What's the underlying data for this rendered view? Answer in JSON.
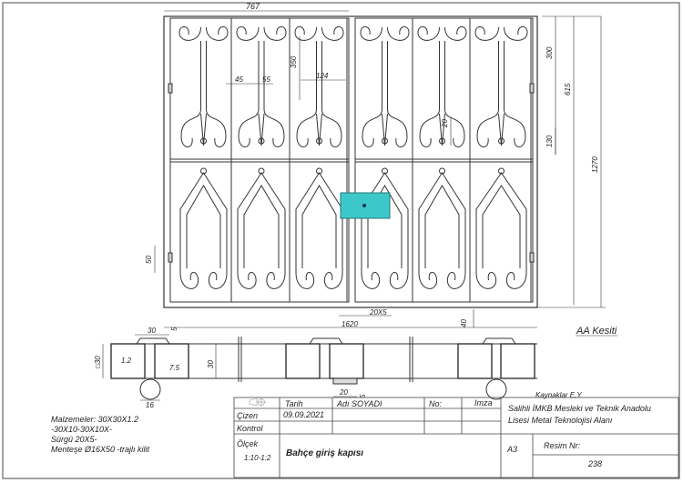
{
  "drawing": {
    "dimensions": {
      "width_top": "767",
      "d350": "350",
      "d45": "45",
      "d55": "55",
      "d124": "124",
      "d300": "300",
      "d615": "615",
      "d1270": "1270",
      "d20": "20",
      "d130": "130",
      "d50": "50",
      "d20x5": "20X5",
      "d1620": "1620",
      "d40": "40"
    },
    "section": {
      "title": "AA Kesiti",
      "d30_top": "30",
      "d5_top": "5",
      "d_sq30": "□30",
      "d1_2": "1.2",
      "d7_5": "7.5",
      "d30_mid": "30",
      "d16": "16",
      "d20": "20",
      "d5": "5",
      "welds": "Kaynaklar E,Y"
    },
    "lock_color": "#3cc8c8"
  },
  "materials": [
    "Malzemeler: 30X30X1.2",
    "-30X10-30X10X-",
    "Sürgü 20X5-",
    "Menteşe Ø16X50 -trajlı kilit"
  ],
  "title_block": {
    "tarih": "Tarih",
    "adi": "Adı SOYADI",
    "no": "No:",
    "imza": "Imza",
    "cizen": "Çizen",
    "date": "09.09.2021",
    "kontrol": "Kontrol",
    "school_line1": "Salihli İMKB Mesleki ve Teknik Anadolu",
    "school_line2": "Lisesi Metal Teknolojisi Alanı",
    "olcek": "Ölçek",
    "scale": "1:10-1:2",
    "title": "Bahçe giriş kapısı",
    "paper": "A3",
    "resim_label": "Resim Nr:",
    "resim_no": "238"
  }
}
